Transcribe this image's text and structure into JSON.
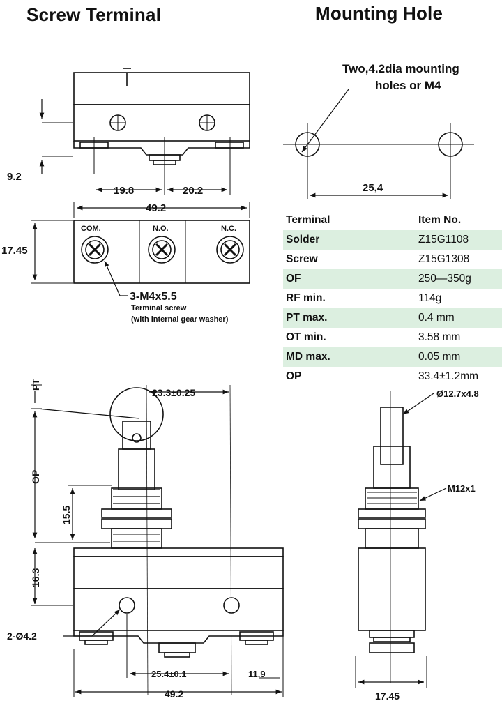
{
  "titles": {
    "left": "Screw Terminal",
    "right": "Mounting Hole"
  },
  "dims": {
    "d9_2": "9.2",
    "d19_8": "19.8",
    "d20_2": "20.2",
    "d49_2": "49.2",
    "d17_45": "17.45",
    "com": "COM.",
    "no": "N.O.",
    "nc": "N.C.",
    "screw": "3-M4x5.5",
    "screw_sub1": "Terminal screw",
    "screw_sub2": "(with internal gear washer)",
    "mh_note1": "Two,4.2dia mounting",
    "mh_note2": "holes or M4",
    "mh_25_4": "25,4",
    "pt": "PT",
    "op": "OP",
    "d23_3": "23.3±0.25",
    "d15_5": "15.5",
    "d16_3": "16.3",
    "d2_4_2": "2-Ø4.2",
    "d25_4b": "25.4±0.1",
    "d11_9": "11.9",
    "d49_2b": "49.2",
    "roller": "Ø12.7x4.8",
    "m12": "M12x1",
    "d17_45b": "17.45"
  },
  "table": {
    "header": {
      "terminal": "Terminal",
      "item": "Item No."
    },
    "rows": [
      {
        "k": "Solder",
        "v": "Z15G1108",
        "hl": true
      },
      {
        "k": "Screw",
        "v": "Z15G1308",
        "hl": false
      },
      {
        "k": "OF",
        "v": "250—350g",
        "hl": true
      },
      {
        "k": "RF min.",
        "v": "114g",
        "hl": false
      },
      {
        "k": "PT max.",
        "v": "0.4 mm",
        "hl": true
      },
      {
        "k": "OT min.",
        "v": "3.58 mm",
        "hl": false
      },
      {
        "k": "MD max.",
        "v": "0.05 mm",
        "hl": true
      },
      {
        "k": "OP",
        "v": "33.4±1.2mm",
        "hl": false
      }
    ]
  }
}
